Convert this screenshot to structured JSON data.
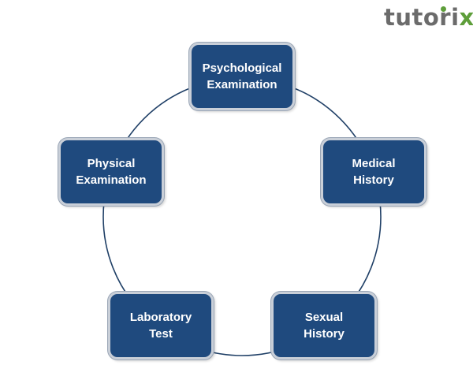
{
  "logo": {
    "text_main": "tutori",
    "text_accent": "x"
  },
  "diagram": {
    "type": "cycle",
    "nodes": [
      {
        "id": "psych",
        "lines": [
          "Psychological",
          "Examination"
        ]
      },
      {
        "id": "medical",
        "lines": [
          "Medical",
          "History"
        ]
      },
      {
        "id": "sexual",
        "lines": [
          "Sexual",
          "History"
        ]
      },
      {
        "id": "lab",
        "lines": [
          "Laboratory",
          "Test"
        ]
      },
      {
        "id": "physical",
        "lines": [
          "Physical",
          "Examination"
        ]
      }
    ]
  },
  "colors": {
    "node_fill": "#1f4a7e",
    "node_text": "#ffffff",
    "ring_stroke": "#1f3f66",
    "logo_gray": "#6b6b6b",
    "logo_green": "#5e9e3a"
  }
}
